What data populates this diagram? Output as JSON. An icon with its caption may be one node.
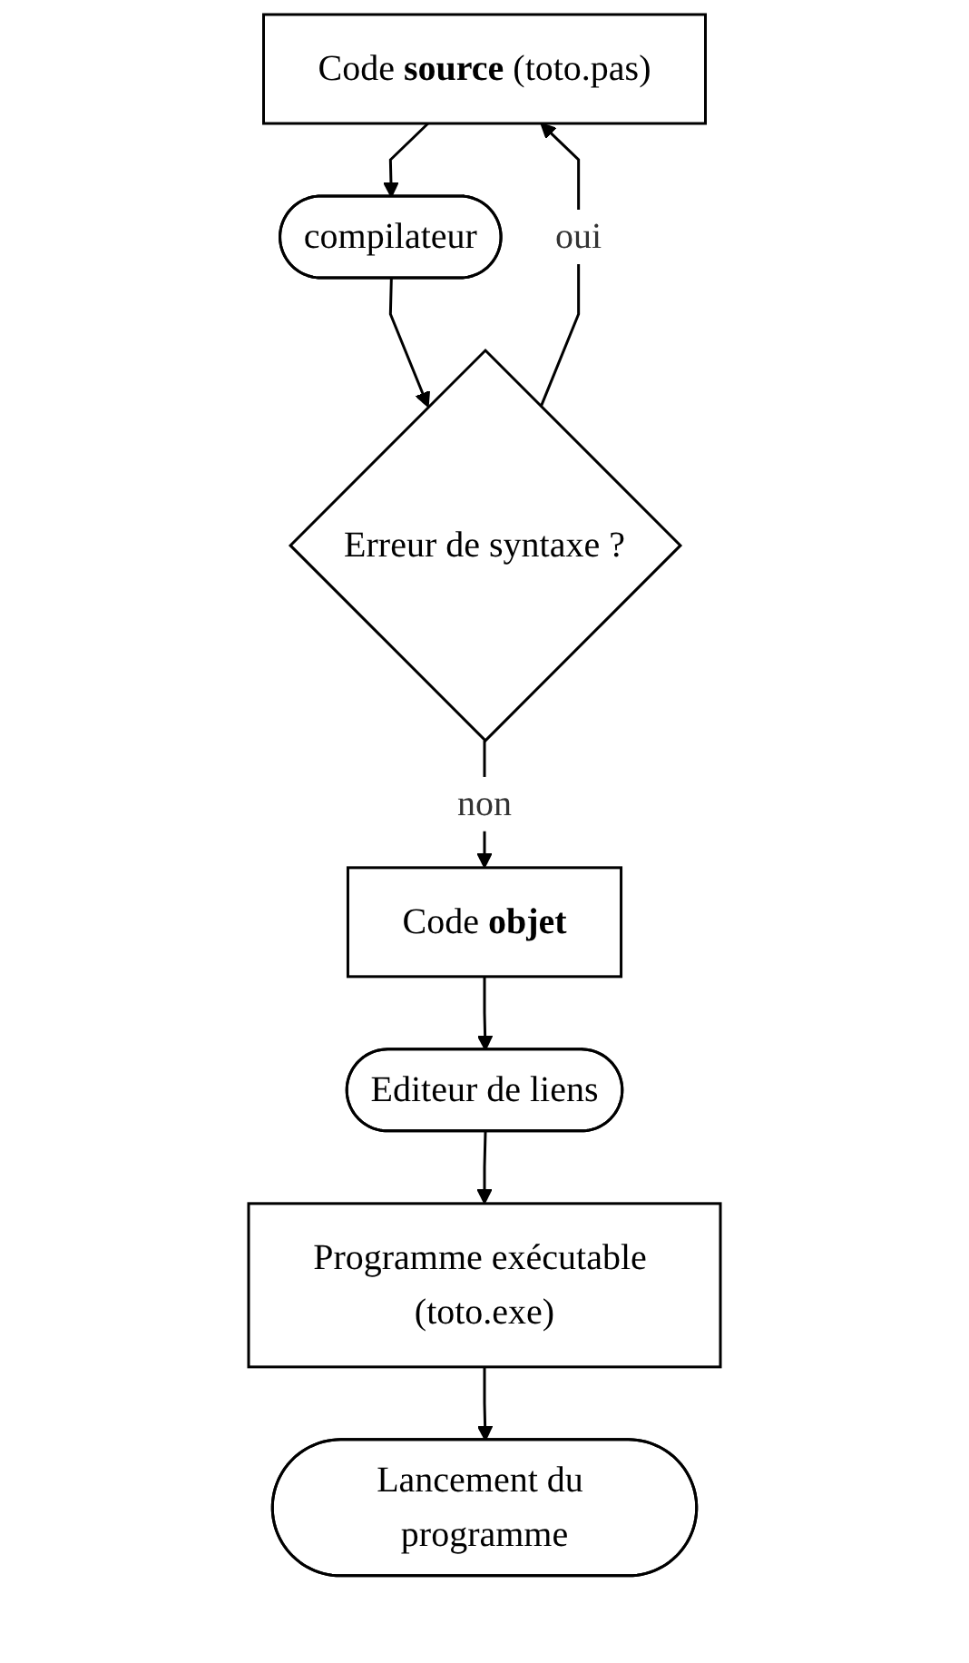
{
  "diagram": {
    "nodes": [
      {
        "text": [
          "Code **source** (toto.pas)"
        ]
      },
      {
        "text": [
          "compilateur"
        ]
      },
      {
        "text": [
          "Erreur de syntaxe ?"
        ]
      },
      {
        "text": [
          "Code **objet**"
        ]
      },
      {
        "text": [
          "Editeur de liens"
        ]
      },
      {
        "text": [
          "Programme exécutable (toto.exe)"
        ]
      },
      {
        "text": [
          "Lancement du programme"
        ]
      }
    ],
    "edges": [
      {
        "from": 0,
        "to": 1,
        "arrow": "to"
      },
      {
        "from": 1,
        "to": 2,
        "arrow": "to"
      },
      {
        "from": 2,
        "to": 0,
        "arrow": "to",
        "label": "oui"
      },
      {
        "from": 2,
        "to": 3,
        "arrow": "to",
        "label": "non"
      },
      {
        "from": 3,
        "to": 4,
        "arrow": "to"
      },
      {
        "from": 4,
        "to": 5,
        "arrow": "to"
      },
      {
        "from": 5,
        "to": 6,
        "arrow": "to"
      }
    ]
  }
}
